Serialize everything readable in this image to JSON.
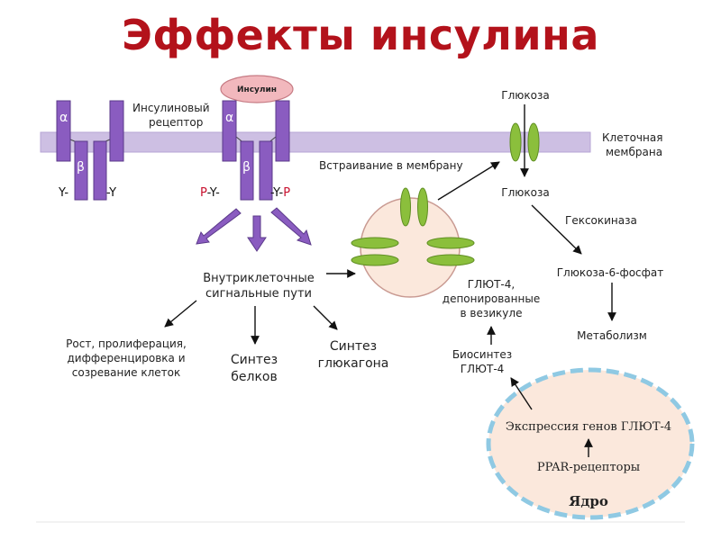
{
  "title": "Эффекты инсулина",
  "receptor": {
    "label_line1": "Инсулиновый",
    "label_line2": "рецептор",
    "alpha": "α",
    "beta": "β",
    "left_Y": "Y-",
    "right_Y": "-Y",
    "left_P": "P",
    "left_PY": "-Y-",
    "right_PY": "-Y-",
    "right_P": "P"
  },
  "insulin": "Инсулин",
  "membrane_label_line1": "Клеточная",
  "membrane_label_line2": "мембрана",
  "glucose_top": "Глюкоза",
  "glucose_inside": "Глюкоза",
  "insertion": "Встраивание в мембрану",
  "hexokinase": "Гексокиназа",
  "g6p": "Глюкоза-6-фосфат",
  "metabolism": "Метаболизм",
  "pathways_line1": "Внутриклеточные",
  "pathways_line2": "сигнальные пути",
  "growth_line1": "Рост, пролиферация,",
  "growth_line2": "дифференцировка и",
  "growth_line3": "созревание клеток",
  "protein_line1": "Синтез",
  "protein_line2": "белков",
  "glucagon_line1": "Синтез",
  "glucagon_line2": "глюкагона",
  "glut4_line1": "ГЛЮТ-4,",
  "glut4_line2": "депонированные",
  "glut4_line3": "в везикуле",
  "biosynth_line1": "Биосинтез",
  "biosynth_line2": "ГЛЮТ-4",
  "gene_expr": "Экспрессия генов ГЛЮТ-4",
  "ppar": "PPAR-рецепторы",
  "nucleus": "Ядро",
  "colors": {
    "title": "#b3121b",
    "receptor": "#8a5cc0",
    "membrane": "#cdbfe3",
    "insulin": "#f2b8bd",
    "glut": "#8bbf3c",
    "vesicle": "#fbe8dc",
    "nucleus_border": "#8fc9e3",
    "phospho": "#c8102e"
  }
}
